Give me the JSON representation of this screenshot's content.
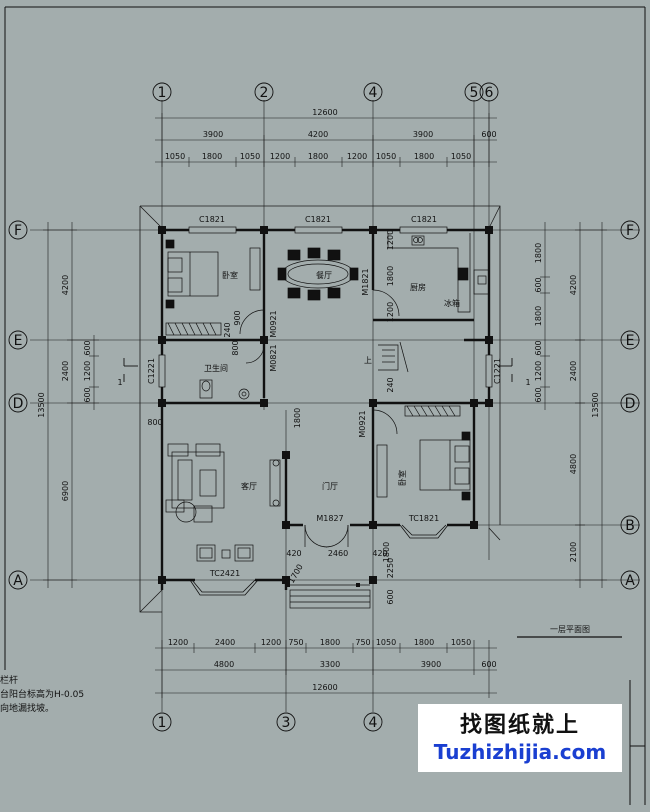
{
  "drawing": {
    "title": "一层平面图",
    "axes_top": [
      "1",
      "2",
      "4",
      "5",
      "6"
    ],
    "axes_bottom": [
      "1",
      "3",
      "4"
    ],
    "axes_left": [
      "F",
      "E",
      "D",
      "A"
    ],
    "axes_right": [
      "F",
      "E",
      "D",
      "B",
      "A"
    ],
    "dims_top_total": "12600",
    "dims_top_mid": [
      "3900",
      "4200",
      "3900",
      "600"
    ],
    "dims_top_fine": [
      "1050",
      "1800",
      "1050",
      "1200",
      "1800",
      "1200",
      "1050",
      "1800",
      "1050"
    ],
    "dims_bottom_fine": [
      "1200",
      "2400",
      "1200",
      "750",
      "1800",
      "750",
      "1050",
      "1800",
      "1050"
    ],
    "dims_bottom_mid": [
      "4800",
      "3300",
      "3900",
      "600"
    ],
    "dims_bottom_total": "12600",
    "dims_left_outer": "13500",
    "dims_left_mid": [
      "4200",
      "2400",
      "6900"
    ],
    "dims_left_fine": [
      "600",
      "1200",
      "600"
    ],
    "dims_right_outer": "13500",
    "dims_right_mid": [
      "4200",
      "2400",
      "4800",
      "2100"
    ],
    "dims_right_fine": [
      "1800",
      "600",
      "1800",
      "600",
      "1200",
      "600"
    ],
    "rooms": {
      "bedroom1": "卧室",
      "dining": "餐厅",
      "kitchen": "厨房",
      "kitchen_appliance": "冰箱",
      "bathroom": "卫生间",
      "living": "客厅",
      "hall": "门厅",
      "bedroom2": "卧室"
    },
    "openings": {
      "c1821_a": "C1821",
      "c1821_b": "C1821",
      "c1821_c": "C1821",
      "m0921_a": "M0921",
      "m0821": "M0821",
      "m1821": "M1821",
      "m0921_b": "M0921",
      "c1221_a": "C1221",
      "c1221_b": "C1221",
      "m1827": "M1827",
      "tc1821": "TC1821",
      "tc2421": "TC2421"
    },
    "inner_dims": {
      "d900": "900",
      "d240": "240",
      "d800": "800",
      "d1800a": "1800",
      "d1200a": "1200",
      "d1200b": "1200",
      "d1800b": "1800",
      "d240b": "240",
      "d1800c": "1800",
      "d800b": "800",
      "d2460": "2460",
      "d420a": "420",
      "d420b": "420",
      "d2250": "2250",
      "d600": "600",
      "d1700": "1700"
    },
    "stair_mark": "上",
    "section_mark": "1"
  },
  "notes": {
    "line1": "栏杆",
    "line2": "台阳台标高为H-0.05",
    "line3": "向地漏找坡。"
  },
  "watermark": {
    "cn": "找图纸就上",
    "en": "Tuzhizhijia.com"
  },
  "colors": {
    "background": "#a3adad",
    "watermark_blue": "#1a3fd1"
  }
}
